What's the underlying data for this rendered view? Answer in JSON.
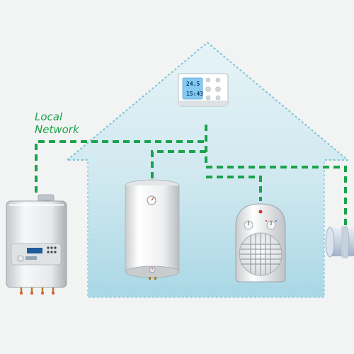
{
  "label": {
    "line1": "Local",
    "line2": "Network"
  },
  "thermostat": {
    "temp": "24.5",
    "time": "15:43"
  },
  "colors": {
    "network": "#1aa34a",
    "house_fill": "#cde9f0",
    "house_outline": "#7cc3d8",
    "background": "#f2f3f3"
  },
  "icons": [
    "boiler-icon",
    "thermostat-icon",
    "water-heater-icon",
    "fan-heater-icon",
    "pipe-icon"
  ]
}
